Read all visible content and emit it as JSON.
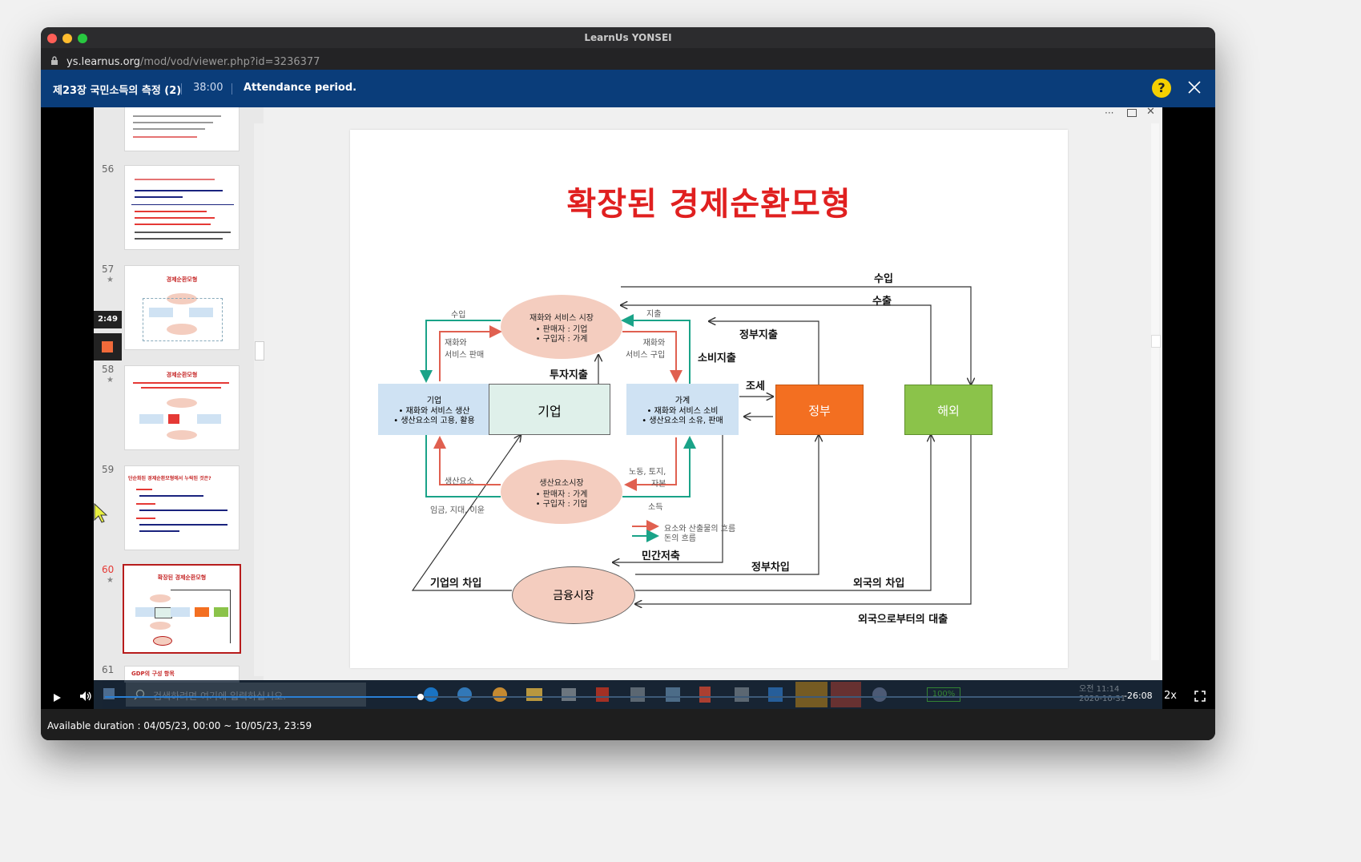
{
  "window": {
    "title": "LearnUs YONSEI"
  },
  "urlbar": {
    "host": "ys.learnus.org",
    "path": "/mod/vod/viewer.php?id=3236377"
  },
  "header": {
    "lecture_title": "제23장 국민소득의 측정 (2)",
    "duration": "38:00",
    "status": "Attendance period.",
    "help_label": "?"
  },
  "recorder": {
    "elapsed": "2:49"
  },
  "thumbnails": [
    {
      "num": "56",
      "title": "",
      "star": false
    },
    {
      "num": "57",
      "title": "경제순환모형",
      "star": true
    },
    {
      "num": "58",
      "title": "경제순환모형",
      "star": true
    },
    {
      "num": "59",
      "title": "단순화된 경제순환모형에서 누락된 것은?",
      "star": false
    },
    {
      "num": "60",
      "title": "확장된 경제순환모형",
      "star": true,
      "selected": true
    },
    {
      "num": "61",
      "title": "GDP의 구성 항목",
      "star": false
    }
  ],
  "slide": {
    "title": "확장된 경제순환모형",
    "goods_market": {
      "title": "재화와 서비스 시장",
      "l1": "• 판매자 : 기업",
      "l2": "• 구입자 : 가계"
    },
    "factor_market": {
      "title": "생산요소시장",
      "l1": "• 판매자 : 가계",
      "l2": "• 구입자 : 기업"
    },
    "firms_box": {
      "title": "기업",
      "l1": "• 재화와 서비스 생산",
      "l2": "• 생산요소의 고용, 활용"
    },
    "households_box": {
      "title": "가계",
      "l1": "• 재화와 서비스 소비",
      "l2": "• 생산요소의 소유, 판매"
    },
    "firm_label": "기업",
    "government": "정부",
    "foreign": "해외",
    "financial_market": "금융시장",
    "labels": {
      "import": "수입",
      "export": "수출",
      "gov_spending": "정부지출",
      "consumption": "소비지출",
      "investment": "투자지출",
      "tax": "조세",
      "private_saving": "민간저축",
      "gov_borrowing": "정부차입",
      "firm_borrowing": "기업의 차입",
      "foreign_borrowing": "외국의 차입",
      "foreign_loans": "외국으로부터의 대출",
      "small_import": "수입",
      "small_spend": "지출",
      "goods_sales": "재화와\n서비스 판매",
      "goods_purchase": "재화와\n서비스 구입",
      "factors": "생산요소",
      "labor": "노동, 토지,\n자본",
      "wages": "임금, 지대, 이윤",
      "income": "소득",
      "legend_real": "요소와 산출물의 흐름",
      "legend_money": "돈의 흐름"
    }
  },
  "taskbar": {
    "search_placeholder": "검색하려면 여기에 입력하십시오.",
    "battery": "100%",
    "time": "오전 11:14",
    "date": "2020-10-31"
  },
  "player": {
    "remaining": "-26:08",
    "speed": "2x",
    "progress": 0.31
  },
  "footer": {
    "available": "Available duration : 04/05/23, 00:00 ~ 10/05/23, 23:59"
  },
  "colors": {
    "header_bg": "#0a3d7a",
    "title_red": "#e02020",
    "gov_orange": "#f36f21",
    "foreign_green": "#8bc34a",
    "box_blue": "#cfe2f3",
    "ellipse_peach": "#f4cdbf"
  }
}
